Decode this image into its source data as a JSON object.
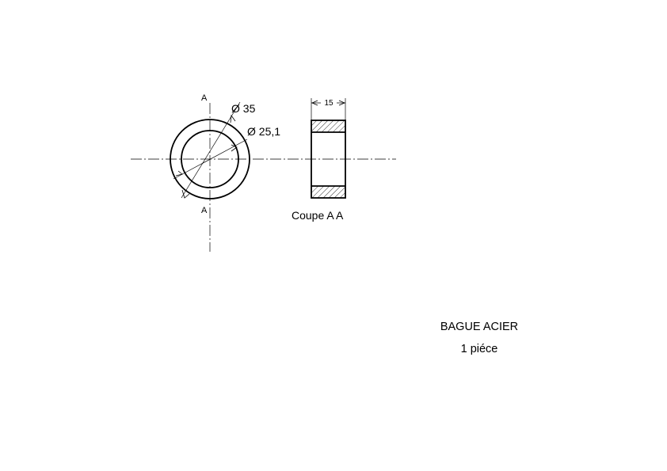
{
  "front_view": {
    "section_marker_top": "A",
    "section_marker_bottom": "A",
    "outer_diameter_label": "Ø 35",
    "inner_diameter_label": "Ø 25,1"
  },
  "section_view": {
    "width_dimension": "15",
    "caption": "Coupe A A"
  },
  "title_block": {
    "part_name": "BAGUE ACIER",
    "quantity": "1 piéce"
  }
}
